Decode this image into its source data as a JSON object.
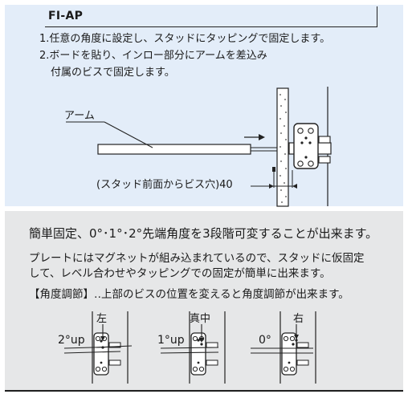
{
  "header": {
    "code": "FI-AP"
  },
  "instructions": [
    "1.任意の角度に設定し、スタッドにタッピングで固定します。",
    "2.ボードを貼り、インロー部分にアームを差込み",
    "付属のビスで固定します。"
  ],
  "diagram": {
    "arm_label": "アーム",
    "dimension_label": "(スタッド前面からビス穴)40"
  },
  "description": {
    "line1": "簡単固定、0°･1°･2°先端角度を3段階可変することが出来ます。",
    "line2": "プレートにはマグネットが組み込まれているので、スタッドに仮固定",
    "line3": "して、レベル合わせやタッピングでの固定が簡単に出来ます。",
    "line4": "【角度調節】‥上部のビスの位置を変えると角度調節が出来ます。"
  },
  "angle_examples": [
    {
      "position": "左",
      "angle": "2°up"
    },
    {
      "position": "真中",
      "angle": "1°up"
    },
    {
      "position": "右",
      "angle": "0°"
    }
  ]
}
